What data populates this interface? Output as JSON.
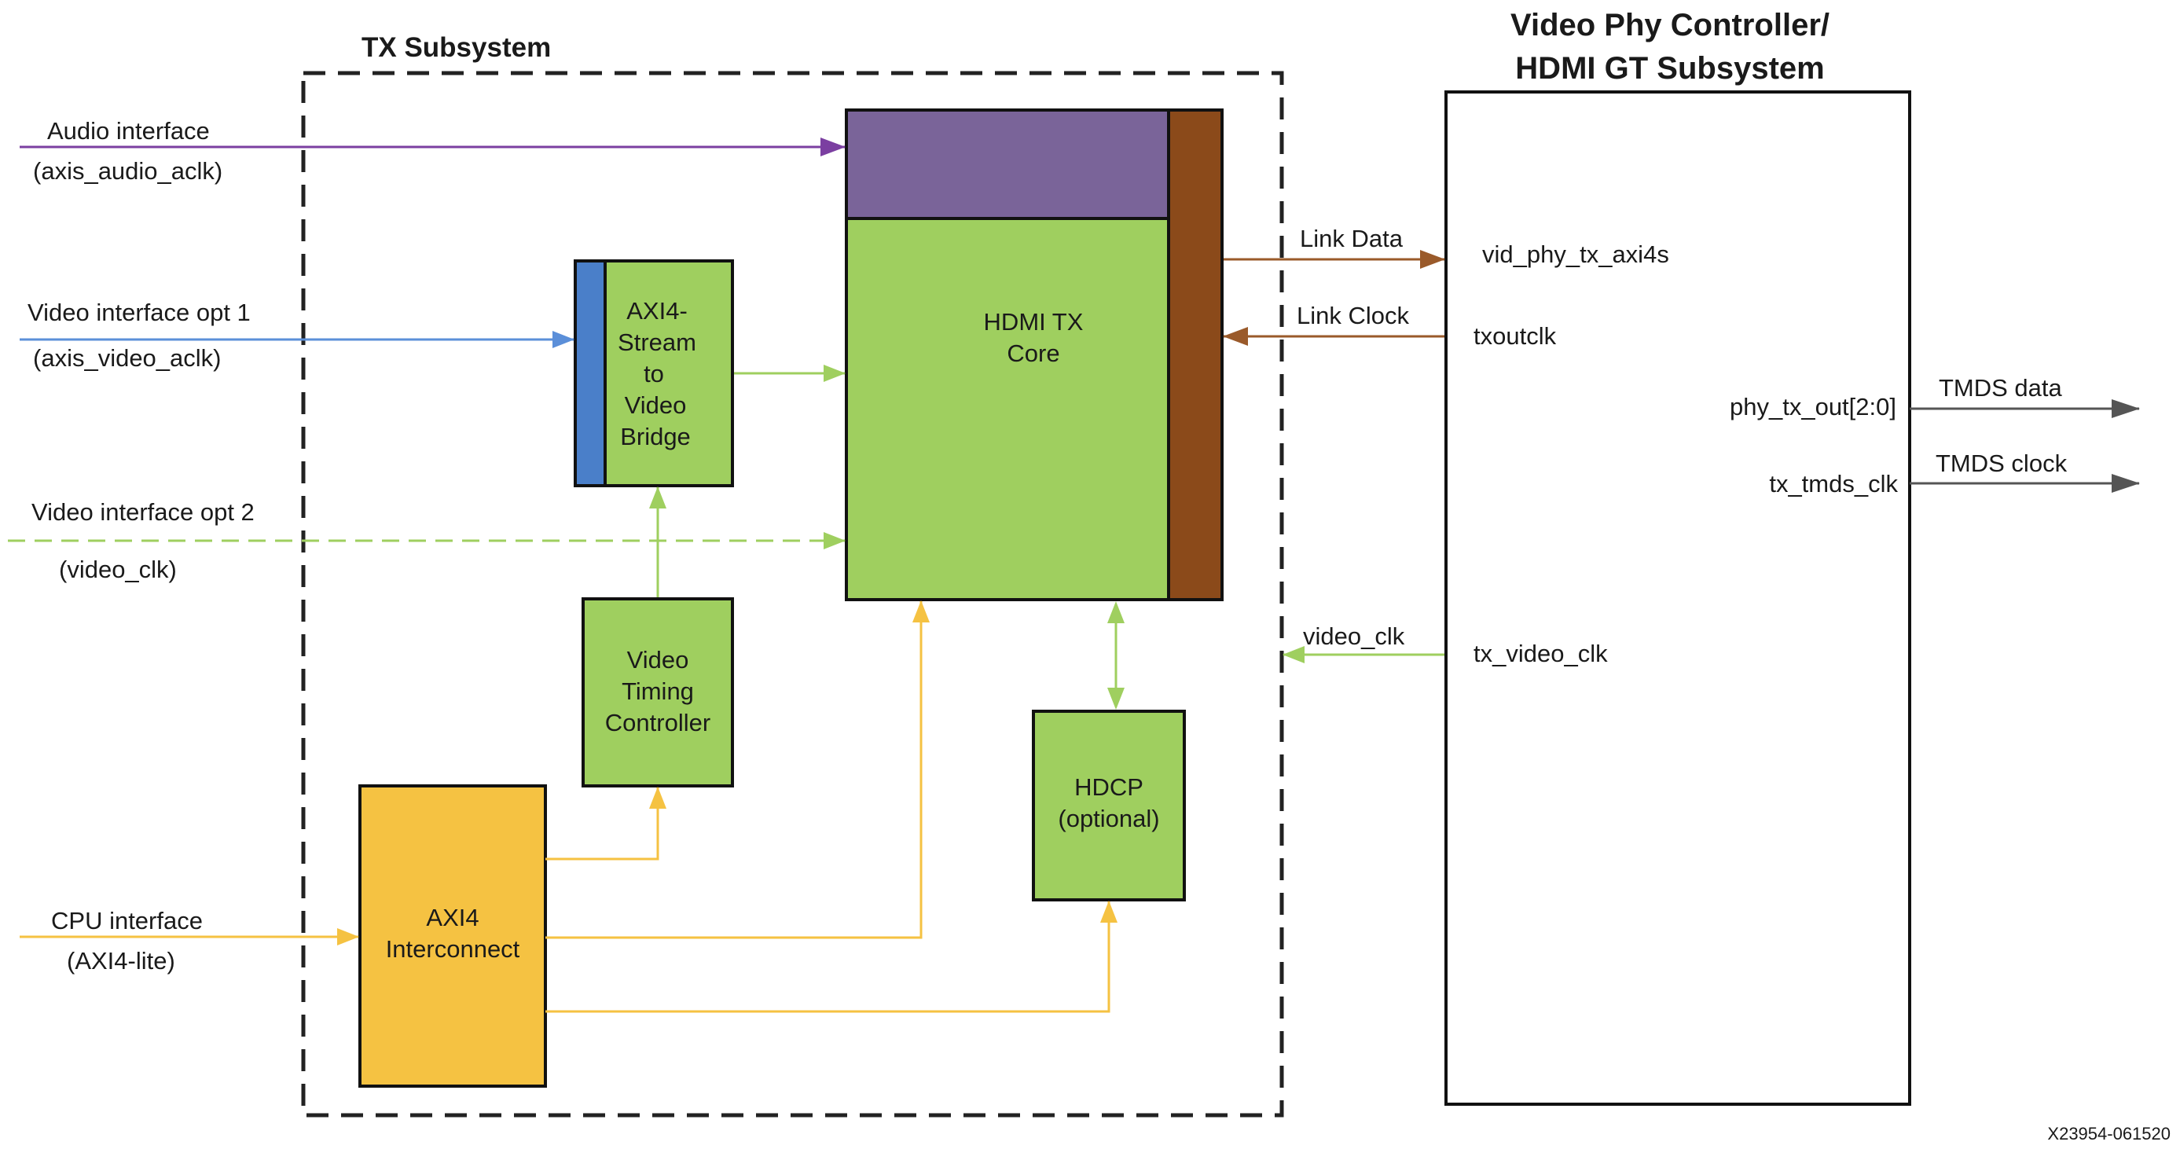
{
  "tx_subsystem": {
    "title": "TX Subsystem"
  },
  "phy_subsystem": {
    "title_line1": "Video Phy Controller/",
    "title_line2": "HDMI GT Subsystem",
    "ports": {
      "vid_phy_tx_axi4s": "vid_phy_tx_axi4s",
      "txoutclk": "txoutclk",
      "phy_tx_out": "phy_tx_out[2:0]",
      "tx_tmds_clk": "tx_tmds_clk",
      "tx_video_clk": "tx_video_clk"
    }
  },
  "blocks": {
    "hdmi_tx_core": {
      "line1": "HDMI TX",
      "line2": "Core"
    },
    "axi4_stream_bridge": {
      "lines": [
        "AXI4-",
        "Stream",
        "to",
        "Video",
        "Bridge"
      ]
    },
    "video_timing_controller": {
      "lines": [
        "Video",
        "Timing",
        "Controller"
      ]
    },
    "hdcp": {
      "line1": "HDCP",
      "line2": "(optional)"
    },
    "axi4_interconnect": {
      "line1": "AXI4",
      "line2": "Interconnect"
    }
  },
  "inputs": {
    "audio": {
      "name": "Audio interface",
      "clock": "(axis_audio_aclk)"
    },
    "video_opt1": {
      "name": "Video interface opt 1",
      "clock": "(axis_video_aclk)"
    },
    "video_opt2": {
      "name": "Video interface opt 2",
      "clock": "(video_clk)"
    },
    "cpu": {
      "name": "CPU interface",
      "clock": "(AXI4-lite)"
    }
  },
  "signals": {
    "link_data": "Link Data",
    "link_clock": "Link Clock",
    "video_clk": "video_clk",
    "tmds_data": "TMDS data",
    "tmds_clock": "TMDS clock"
  },
  "figure_id": "X23954-061520",
  "colors": {
    "green": "#9FCF5F",
    "orange": "#F5C242",
    "purple": "#7A6499",
    "brown": "#8B4A1A",
    "blue_bar": "#4A7FC9",
    "audio_line": "#7B3FA1",
    "video1_line": "#5B8FD9",
    "green_line": "#9FCF5F",
    "orange_line": "#F5C242",
    "brown_line": "#9A5A2A",
    "gray_line": "#555555"
  }
}
